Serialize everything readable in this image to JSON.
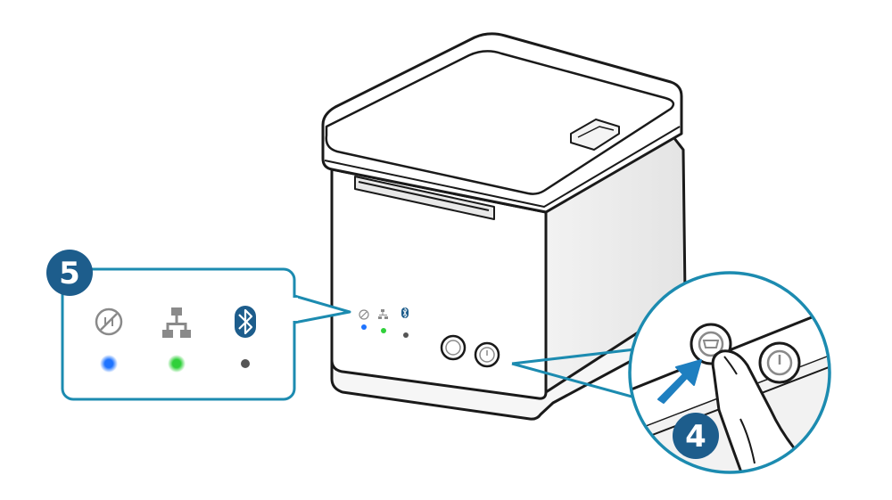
{
  "steps": {
    "led_step": "5",
    "button_step": "4"
  },
  "colors": {
    "callout": "#1c8bb0",
    "badge": "#1d5d8c",
    "arrow": "#1e7fc0",
    "led_power": "#1e73ff",
    "led_network": "#2fd03a",
    "led_bluetooth_off": "#555555",
    "bluetooth_badge": "#1d5d8c",
    "icon_gray": "#8a8a8a"
  },
  "led_panel": {
    "indicators": [
      {
        "icon": "power-status-icon",
        "led_state": "blue"
      },
      {
        "icon": "network-icon",
        "led_state": "green"
      },
      {
        "icon": "bluetooth-icon",
        "led_state": "off"
      }
    ]
  },
  "zoom": {
    "buttons": [
      {
        "icon": "feed-button-icon",
        "state": "pressed"
      },
      {
        "icon": "power-button-icon",
        "state": "idle"
      }
    ]
  }
}
